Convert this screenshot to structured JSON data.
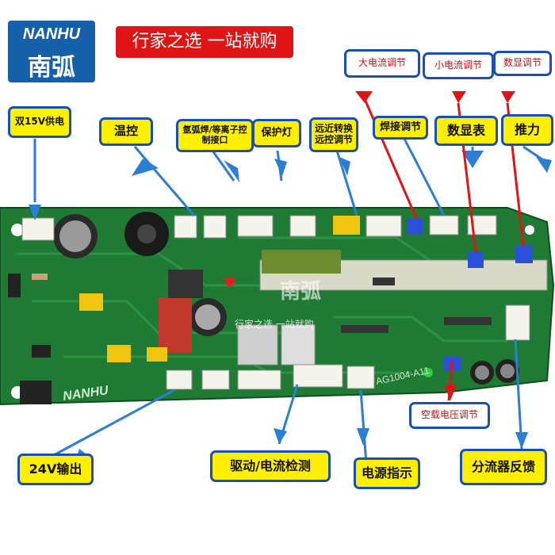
{
  "logo": {
    "en": "NANHU",
    "cn": "南弧"
  },
  "banner": "行家之选  一站就购",
  "labels": {
    "double15v": "双15V供电",
    "temp": "温控",
    "argon": "氩弧焊/等离子控制接口",
    "protect": "保护灯",
    "remote": "远近转换远控调节",
    "weld": "焊接调节",
    "display_meter": "数显表",
    "thrust": "推力",
    "big_current": "大电流调节",
    "small_current": "小电流调节",
    "display_adj": "数显调节",
    "noload": "空载电压调节",
    "out24": "24V输出",
    "drive": "驱动/电流检测",
    "power_ind": "电源指示",
    "shunt": "分流器反馈"
  },
  "board_text": {
    "watermark": "南弧",
    "watermark_sub": "行家之选 一站就购",
    "model": "AG1004-A11",
    "brand": "NANHU"
  }
}
